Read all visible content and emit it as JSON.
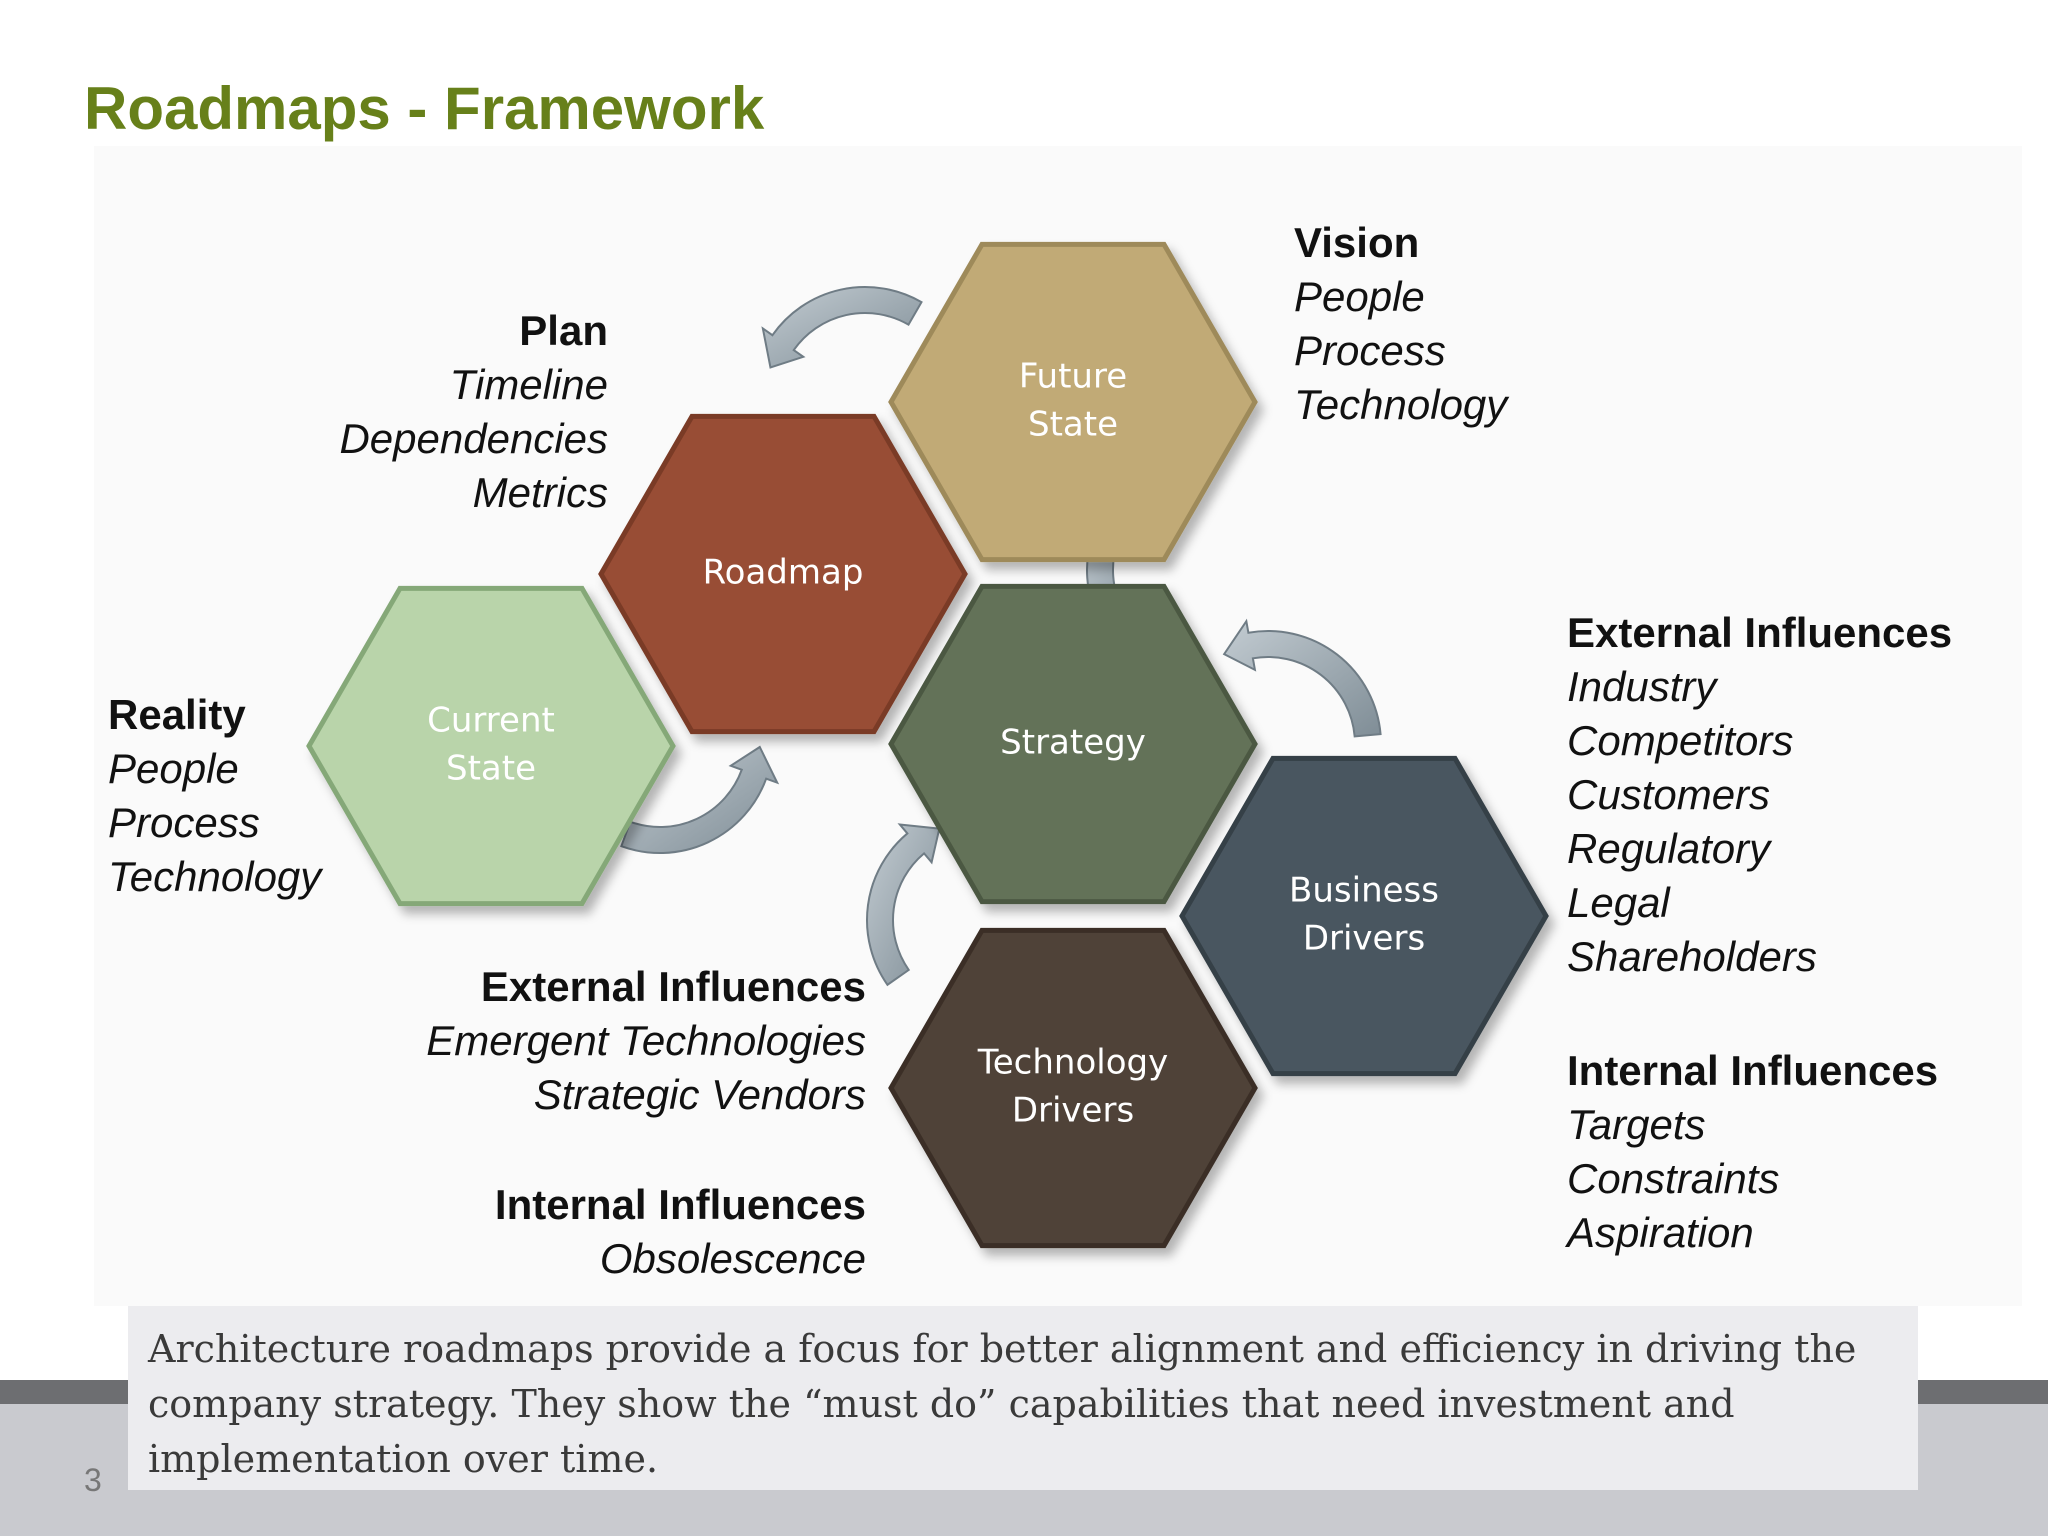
{
  "slide": {
    "title": "Roadmaps - Framework",
    "page_number": "3",
    "caption": "Architecture roadmaps provide a focus for better alignment and efficiency in driving the company strategy. They show the “must do” capabilities that need investment and implementation over time."
  },
  "hexagons": [
    {
      "id": "future-state",
      "lines": [
        "Future",
        "State"
      ],
      "fill": "#c1aa76",
      "stroke": "#9e8a5a",
      "text_color": "#ffffff"
    },
    {
      "id": "roadmap",
      "lines": [
        "Roadmap"
      ],
      "fill": "#984d35",
      "stroke": "#7a3a26",
      "text_color": "#ffffff"
    },
    {
      "id": "current-state",
      "lines": [
        "Current",
        "State"
      ],
      "fill": "#b9d4aa",
      "stroke": "#85a878",
      "text_color": "#ffffff"
    },
    {
      "id": "strategy",
      "lines": [
        "Strategy"
      ],
      "fill": "#647258",
      "stroke": "#4c5943",
      "text_color": "#ffffff"
    },
    {
      "id": "business-drivers",
      "lines": [
        "Business",
        "Drivers"
      ],
      "fill": "#4a5760",
      "stroke": "#353f46",
      "text_color": "#ffffff"
    },
    {
      "id": "technology-drivers",
      "lines": [
        "Technology",
        "Drivers"
      ],
      "fill": "#4f4237",
      "stroke": "#3a2f27",
      "text_color": "#ffffff"
    }
  ],
  "labels": {
    "vision": {
      "heading": "Vision",
      "items": [
        "People",
        "Process",
        "Technology"
      ]
    },
    "plan": {
      "heading": "Plan",
      "items": [
        "Timeline",
        "Dependencies",
        "Metrics"
      ]
    },
    "reality": {
      "heading": "Reality",
      "items": [
        "People",
        "Process",
        "Technology"
      ]
    },
    "external_right": {
      "heading": "External Influences",
      "items": [
        "Industry",
        "Competitors",
        "Customers",
        "Regulatory",
        "Legal",
        "Shareholders"
      ]
    },
    "internal_right": {
      "heading": "Internal Influences",
      "items": [
        "Targets",
        "Constraints",
        "Aspiration"
      ]
    },
    "external_left": {
      "heading": "External Influences",
      "items": [
        "Emergent Technologies",
        "Strategic Vendors"
      ]
    },
    "internal_left": {
      "heading": "Internal Influences",
      "items": [
        "Obsolescence"
      ]
    }
  },
  "colors": {
    "title": "#67801a",
    "arrow": "#9eaab2"
  }
}
